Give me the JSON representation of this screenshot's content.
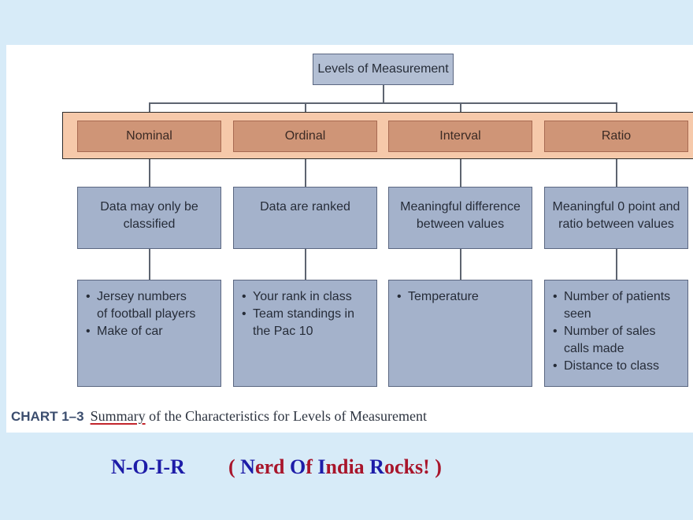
{
  "diagram": {
    "root": "Levels of Measurement",
    "columns": [
      {
        "level": "Nominal",
        "description": "Data may only be\nclassified",
        "examples": [
          "Jersey numbers\nof football players",
          "Make of car"
        ]
      },
      {
        "level": "Ordinal",
        "description": "Data are ranked",
        "examples": [
          "Your rank in class",
          "Team standings in\nthe Pac 10"
        ]
      },
      {
        "level": "Interval",
        "description": "Meaningful difference\nbetween values",
        "examples": [
          "Temperature"
        ]
      },
      {
        "level": "Ratio",
        "description": "Meaningful 0 point and\nratio between values",
        "examples": [
          "Number of patients\nseen",
          "Number of sales\ncalls made",
          "Distance to class"
        ]
      }
    ],
    "caption": {
      "number": "CHART 1–3",
      "underlined_word": "Summary",
      "rest": " of the Characteristics for Levels of Measurement"
    }
  },
  "footer": {
    "acronym": "N-O-I-R",
    "phrase_open": "( ",
    "words": [
      {
        "initial": "N",
        "rest": "erd "
      },
      {
        "initial": "O",
        "rest": "f "
      },
      {
        "initial": "I",
        "rest": "ndia "
      },
      {
        "initial": "R",
        "rest": "ocks! "
      }
    ],
    "phrase_close": ")"
  },
  "colors": {
    "background": "#d7ebf8",
    "box_fill": "#a4b2cb",
    "highlight_band": "#f6c9aa",
    "level_box": "#cf9577",
    "acronym": "#1d1ca8",
    "phrase": "#a8152b"
  }
}
